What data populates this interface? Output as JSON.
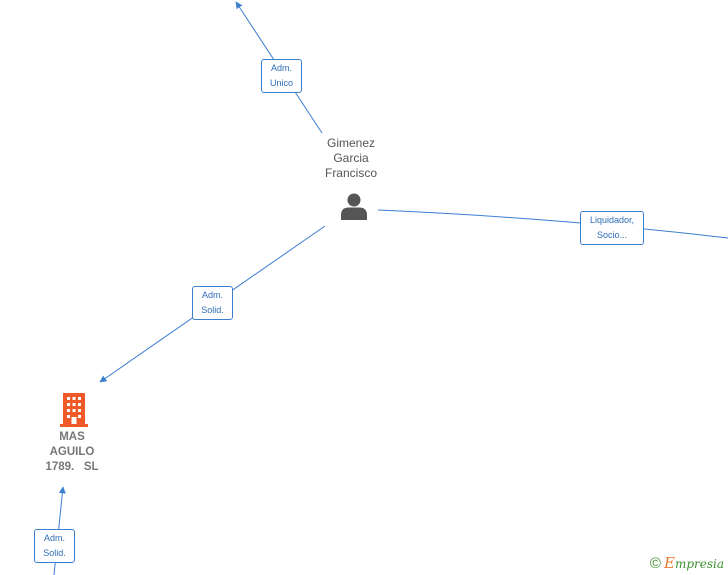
{
  "person": {
    "line1": "Gimenez",
    "line2": "Garcia",
    "line3": "Francisco",
    "icon": "person-icon"
  },
  "company": {
    "line1": "MAS",
    "line2": "AGUILO",
    "line3": "1789.   SL",
    "color": "#f05a28",
    "icon": "building-icon"
  },
  "roles": {
    "top": {
      "line1": "Adm.",
      "line2": "Unico"
    },
    "right": {
      "line1": "Liquidador,",
      "line2": "Socio..."
    },
    "left": {
      "line1": "Adm.",
      "line2": "Solid."
    },
    "bottom": {
      "line1": "Adm.",
      "line2": "Solid."
    }
  },
  "colors": {
    "edge": "#3d7fcf",
    "label_border": "#3d7fcf",
    "label_text": "#2f6db8"
  },
  "watermark": {
    "symbol": "©",
    "e": "E",
    "rest": "mpresia"
  }
}
